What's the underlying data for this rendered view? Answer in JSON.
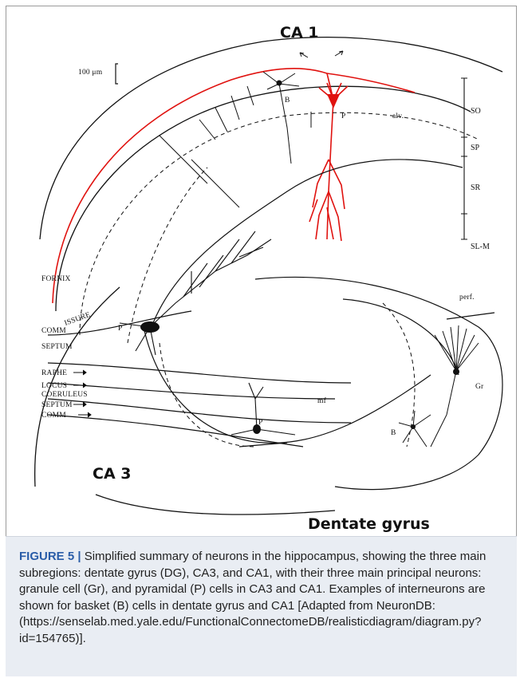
{
  "diagram": {
    "region_labels": {
      "ca1": "CA 1",
      "ca3": "CA 3",
      "dentate": "Dentate gyrus"
    },
    "scale_bar": "100 μm",
    "layers": [
      "SO",
      "SP",
      "SR",
      "SL-M"
    ],
    "fiber_labels": {
      "alv": "alv.",
      "perf": "perf.",
      "mf": "mf",
      "fornix": "FORNIX",
      "commissure_a": "COMM",
      "commissure_b": "ISSURE",
      "septum": "SEPTUM",
      "raphe": "RAPHE",
      "locus": "LOCUS",
      "coeruleus": "COERULEUS",
      "septum2": "SEPTUM",
      "comm": "COMM"
    },
    "cell_labels": {
      "ca1_basket": "B",
      "ca1_pyramidal": "P",
      "ca3_pyramidal_upper": "P",
      "ca3_pyramidal_lower": "P",
      "granule": "Gr",
      "dg_basket": "B"
    },
    "colors": {
      "highlight": "#e0120f",
      "ink": "#111111",
      "caption_bg": "#e9edf3",
      "figure_number": "#2a5da8"
    }
  },
  "caption": {
    "figure_number": "FIGURE 5 |",
    "text": "Simplified summary of neurons in the hippocampus, showing the three main subregions: dentate gyrus (DG), CA3, and CA1, with their three main principal neurons: granule cell (Gr), and pyramidal (P) cells in CA3 and CA1. Examples of interneurons are shown for basket (B) cells in dentate gyrus and CA1 [Adapted from NeuronDB: (",
    "link": "https://senselab.med.yale.edu/FunctionalConnectomeDB/realisticdiagram/diagram.py?id=154765",
    "text_end": ")]."
  }
}
